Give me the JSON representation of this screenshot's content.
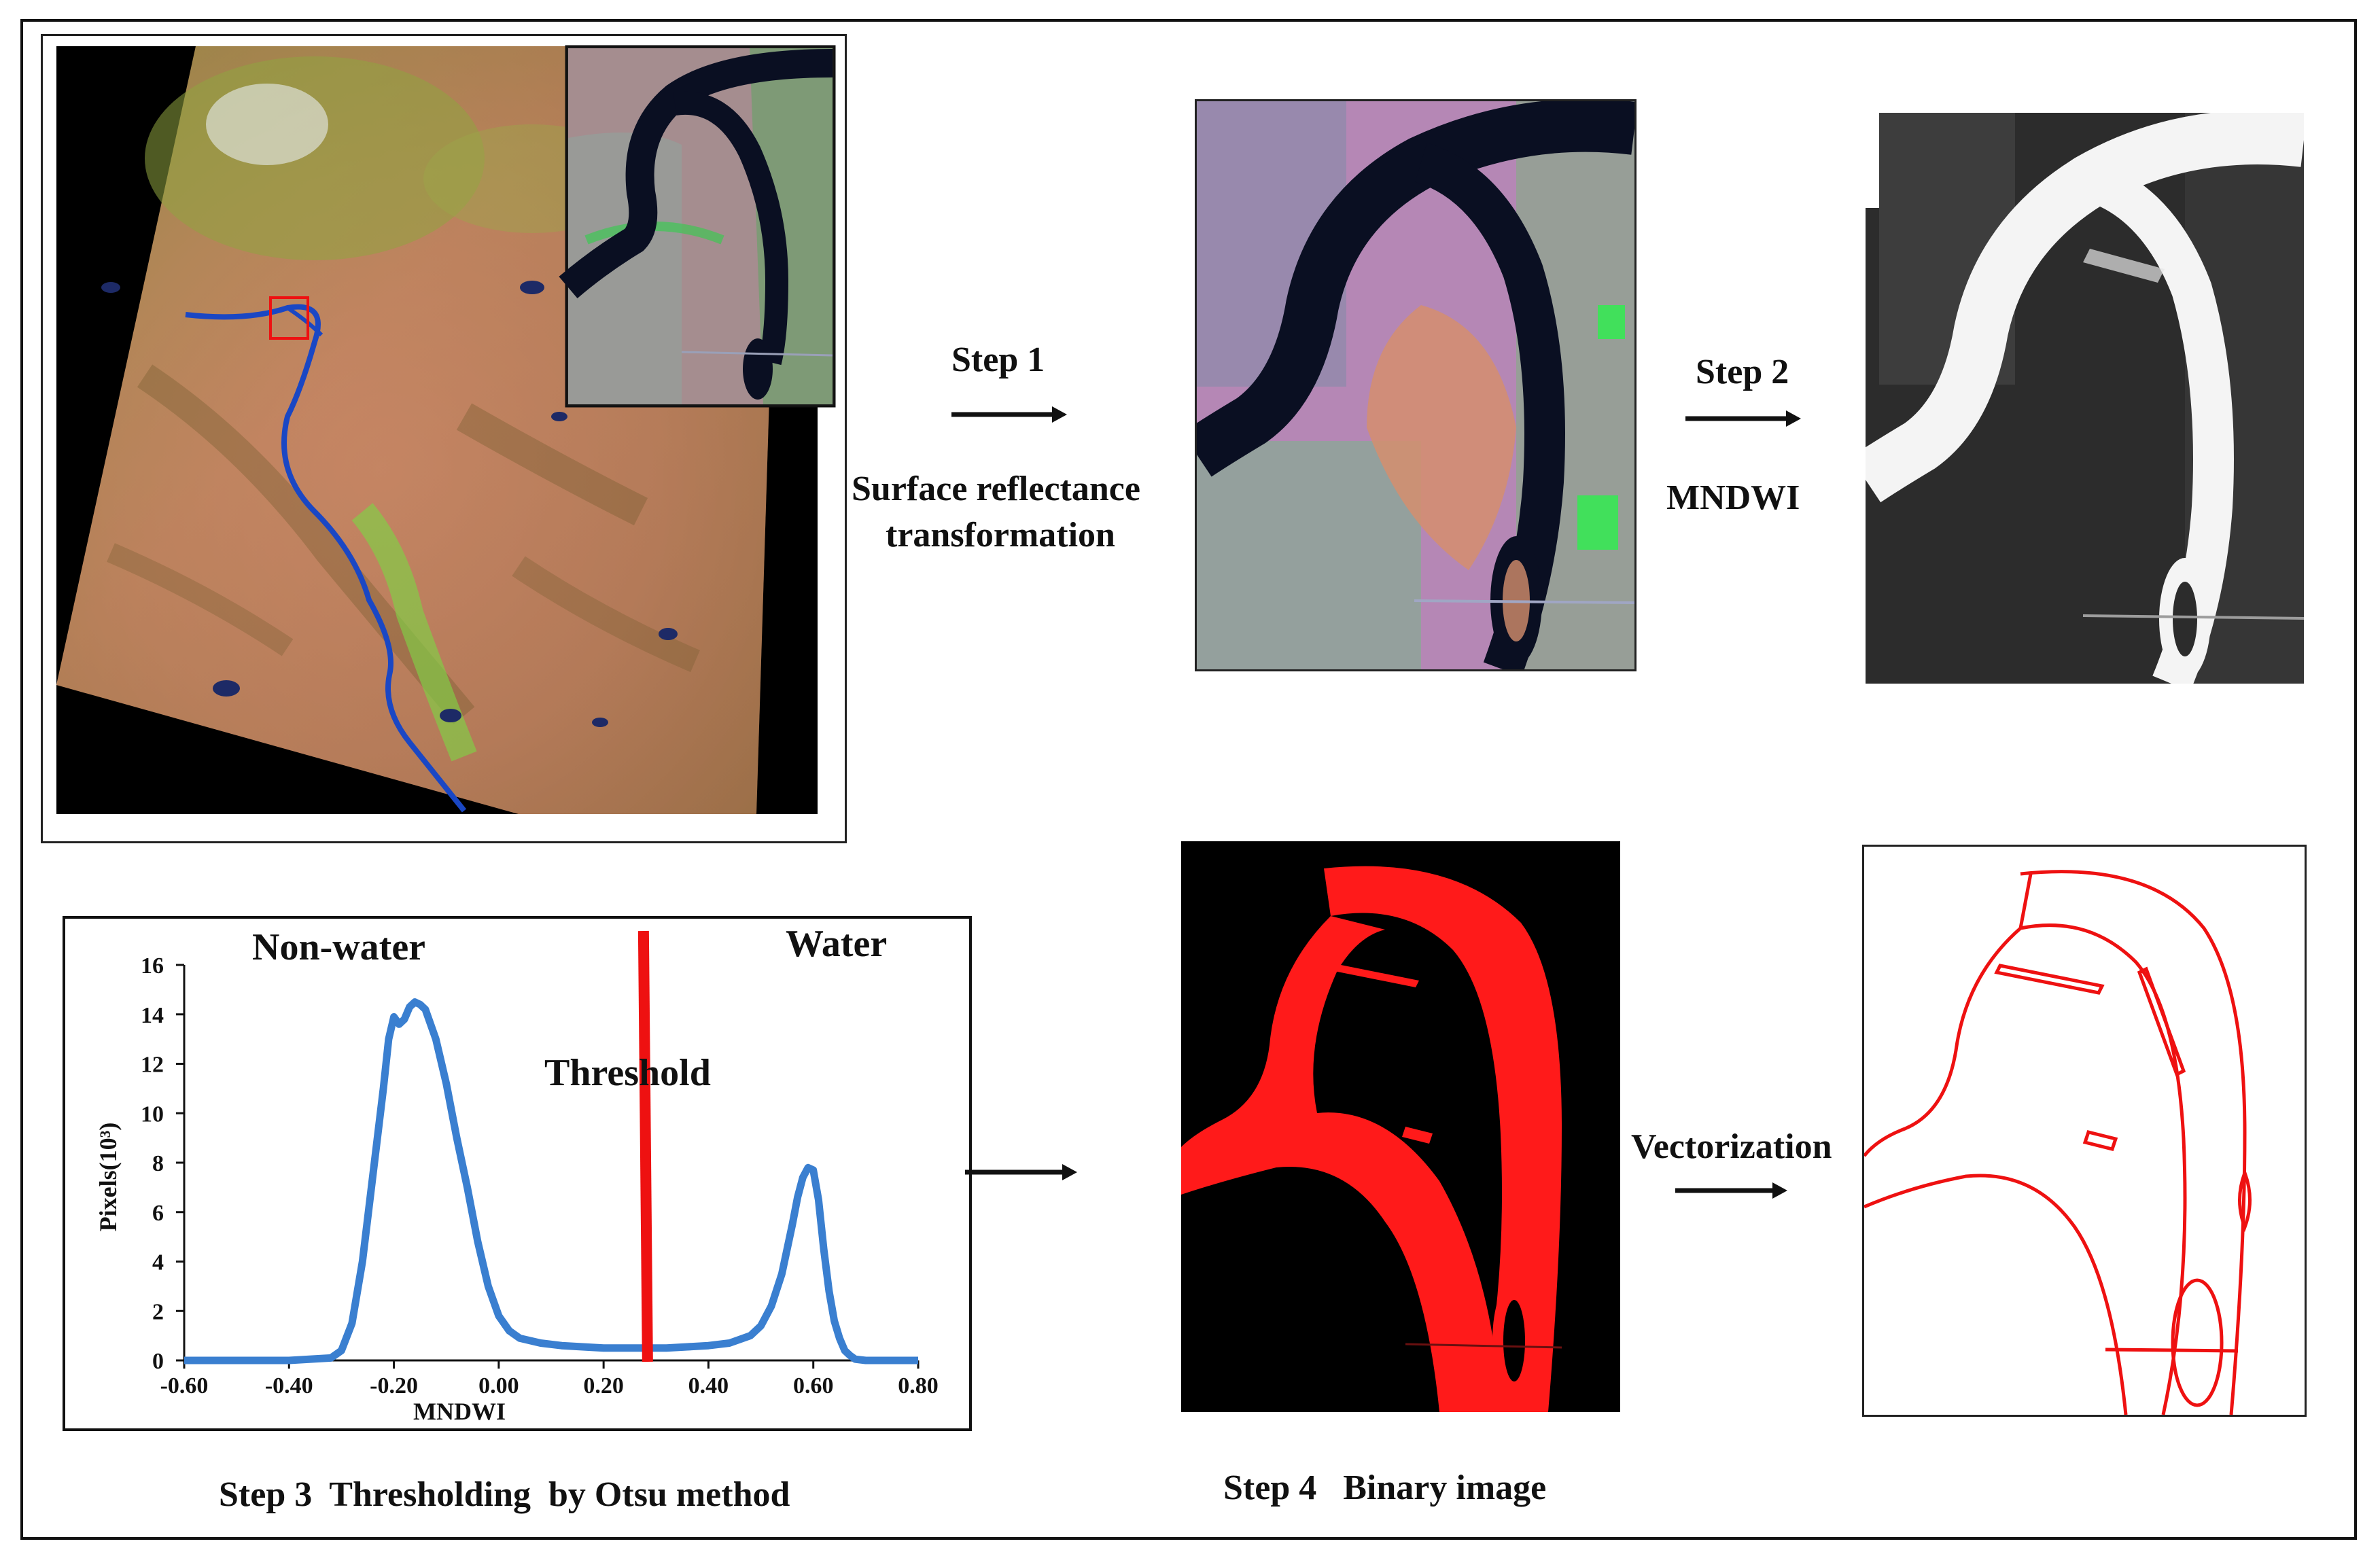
{
  "labels": {
    "step1": "Step 1",
    "step1_desc_line1": "Surface reflectance",
    "step1_desc_line2": "transformation",
    "step2": "Step 2",
    "step2_desc": "MNDWI",
    "step3_caption": "Step 3  Thresholding  by Otsu method",
    "step4_caption": "Step 4   Binary image",
    "vectorization": "Vectorization"
  },
  "chart_data": {
    "type": "line",
    "xlabel": "MNDWI",
    "ylabel": "Pixels(10³)",
    "xlim": [
      -0.6,
      0.8
    ],
    "ylim": [
      0,
      16
    ],
    "x_ticks": [
      "-0.60",
      "-0.40",
      "-0.20",
      "0.00",
      "0.20",
      "0.40",
      "0.60",
      "0.80"
    ],
    "y_ticks": [
      "0",
      "2",
      "4",
      "6",
      "8",
      "10",
      "12",
      "14",
      "16"
    ],
    "annotations": {
      "non_water": "Non-water",
      "water": "Water",
      "threshold": "Threshold"
    },
    "threshold": 0.28,
    "series_color": "#3a7fd0",
    "threshold_color": "#ee1111",
    "series": [
      {
        "x": [
          -0.6,
          -0.5,
          -0.4,
          -0.32,
          -0.3,
          -0.28,
          -0.26,
          -0.24,
          -0.22,
          -0.21,
          -0.2,
          -0.19,
          -0.18,
          -0.17,
          -0.16,
          -0.15,
          -0.14,
          -0.12,
          -0.1,
          -0.08,
          -0.06,
          -0.04,
          -0.02,
          0.0,
          0.02,
          0.04,
          0.08,
          0.12,
          0.16,
          0.2,
          0.24,
          0.28,
          0.32,
          0.36,
          0.4,
          0.44,
          0.48,
          0.5,
          0.52,
          0.54,
          0.56,
          0.57,
          0.58,
          0.59,
          0.6,
          0.61,
          0.62,
          0.63,
          0.64,
          0.65,
          0.66,
          0.67,
          0.68,
          0.7,
          0.8
        ],
        "y": [
          0,
          0,
          0,
          0.1,
          0.4,
          1.5,
          4.0,
          7.5,
          11.0,
          13.0,
          13.9,
          13.6,
          13.8,
          14.3,
          14.5,
          14.4,
          14.2,
          13.0,
          11.2,
          9.0,
          7.0,
          4.8,
          3.0,
          1.8,
          1.2,
          0.9,
          0.7,
          0.6,
          0.55,
          0.5,
          0.5,
          0.5,
          0.5,
          0.55,
          0.6,
          0.7,
          1.0,
          1.4,
          2.2,
          3.5,
          5.5,
          6.6,
          7.4,
          7.8,
          7.7,
          6.5,
          4.5,
          2.8,
          1.6,
          0.9,
          0.4,
          0.2,
          0.05,
          0,
          0
        ]
      }
    ]
  }
}
